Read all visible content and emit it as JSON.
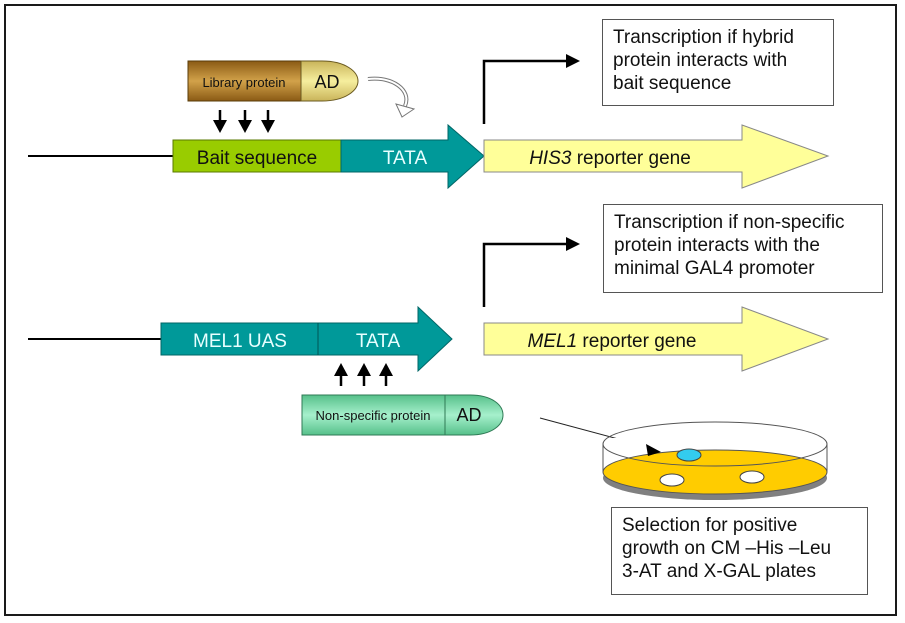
{
  "construct1": {
    "bait_label": "Bait sequence",
    "tata_label": "TATA",
    "reporter_gene_italic": "HIS3",
    "reporter_gene_rest": " reporter gene",
    "note_lines": [
      "Transcription if hybrid",
      "protein interacts with",
      "bait sequence"
    ]
  },
  "library_protein": {
    "protein_label": "Library protein",
    "ad_label": "AD"
  },
  "construct2": {
    "uas_label": "MEL1 UAS",
    "tata_label": "TATA",
    "reporter_gene_italic": "MEL1",
    "reporter_gene_rest": " reporter gene",
    "note_lines": [
      "Transcription if non-specific",
      "protein interacts with the",
      "minimal GAL4 promoter"
    ]
  },
  "nonspecific_protein": {
    "protein_label": "Non-specific protein",
    "ad_label": "AD"
  },
  "selection": {
    "note_lines": [
      "Selection for positive",
      "growth on CM –His –Leu",
      "3-AT and  X-GAL plates"
    ]
  },
  "colors": {
    "bait_green": "#99cc00",
    "teal": "#009999",
    "reporter_yellow": "#ffff99",
    "library_brown": "#b8862e",
    "ad_yellow": "#eee08a",
    "nonspecific_green": "#7fdcb0",
    "plate_agar": "#ffcc00",
    "plate_base": "#808080",
    "blue_colony": "#33ccee"
  }
}
